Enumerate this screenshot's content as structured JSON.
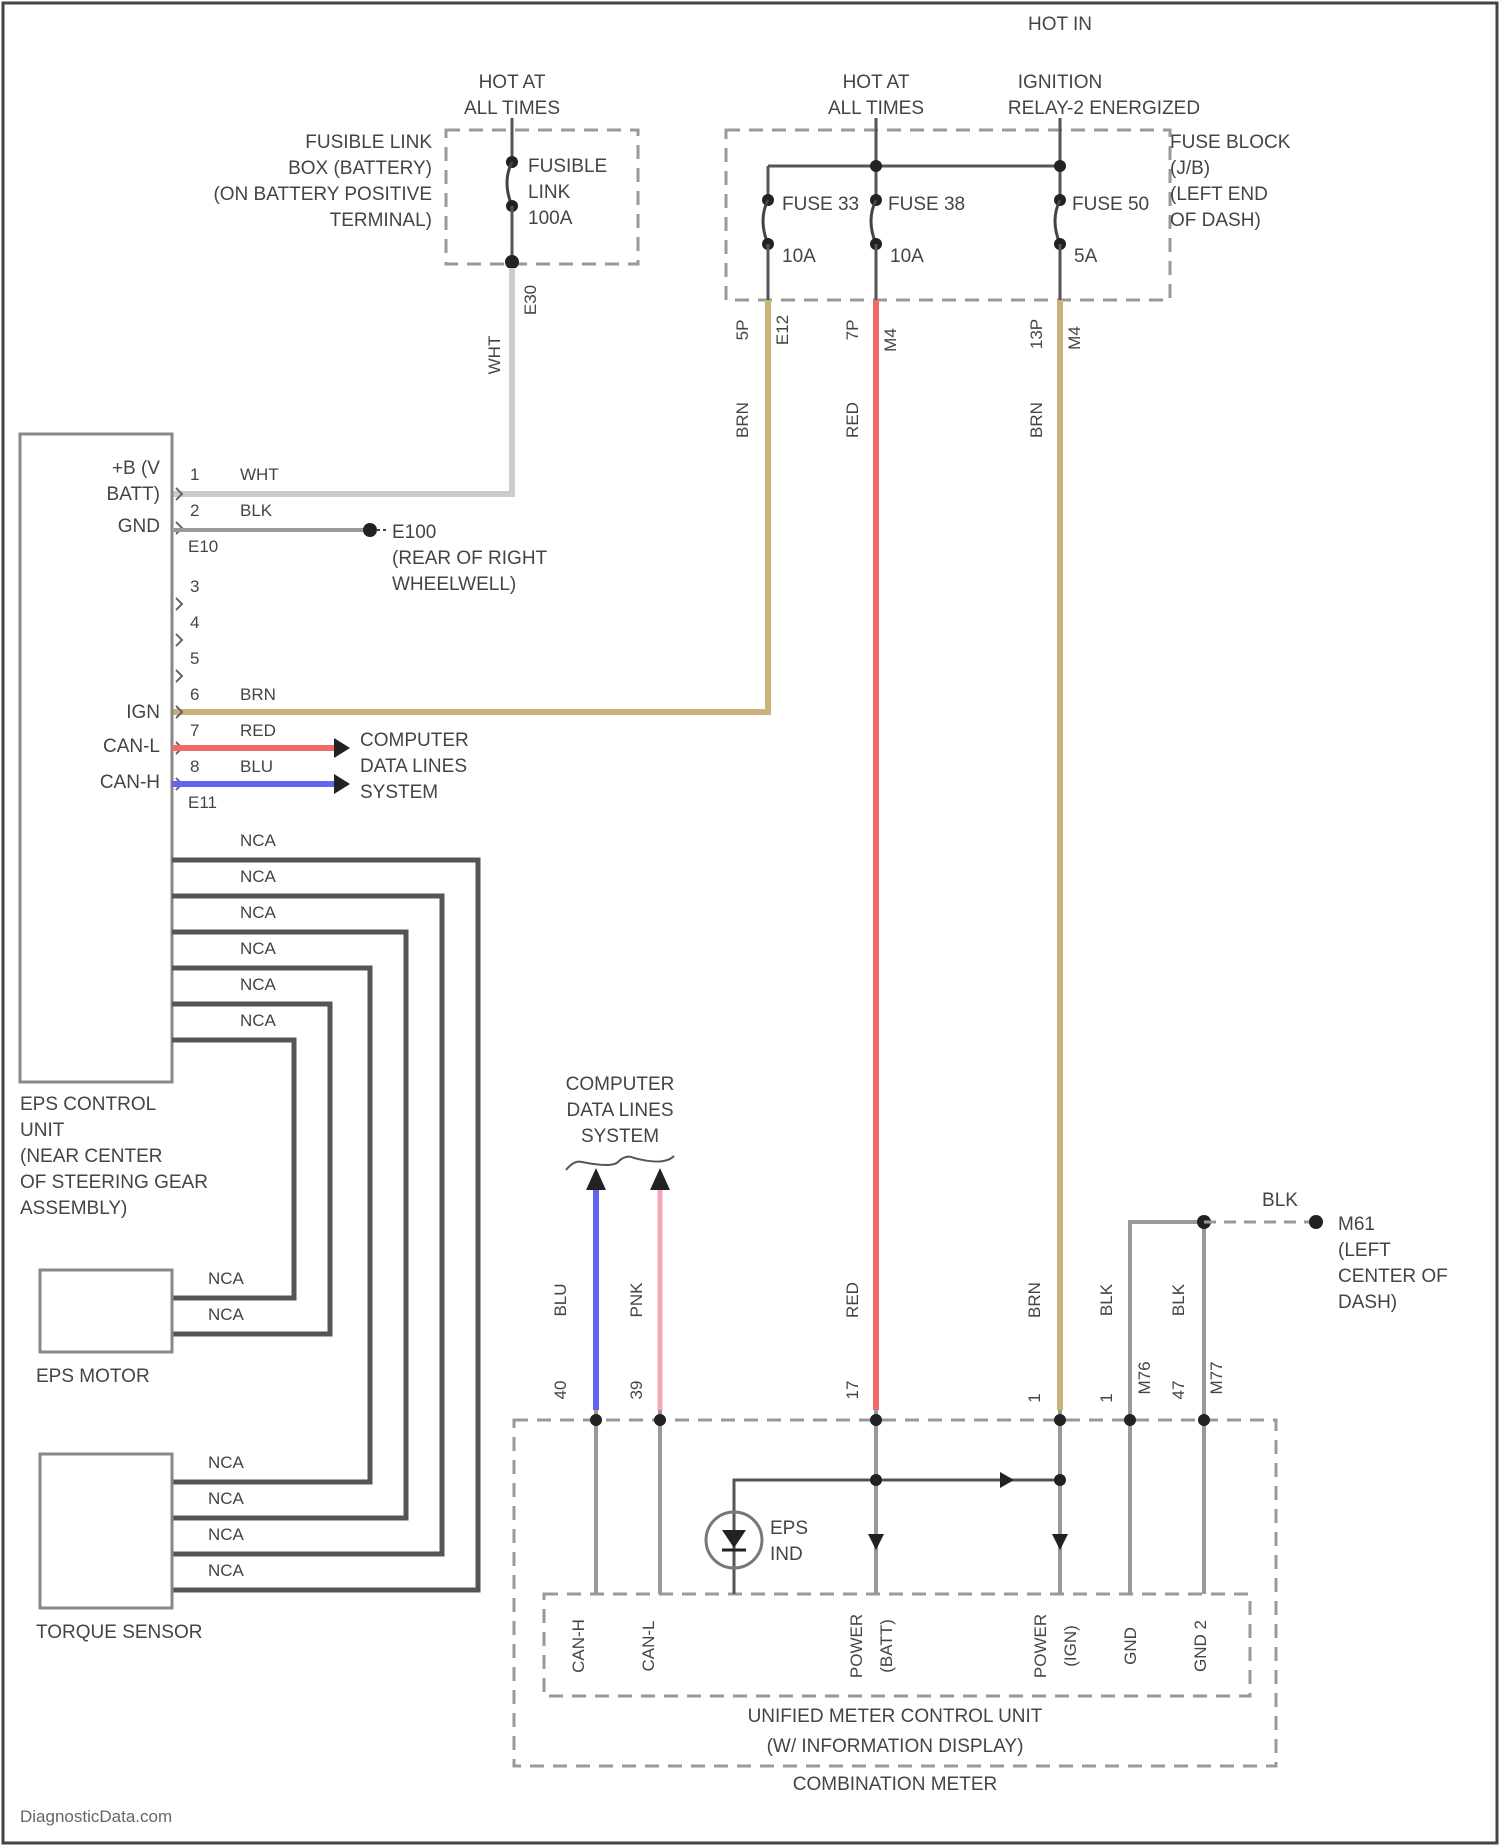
{
  "top": {
    "hot_in": "HOT IN"
  },
  "fusible": {
    "hot": [
      "HOT AT",
      "ALL TIMES"
    ],
    "box_label": [
      "FUSIBLE LINK",
      "BOX (BATTERY)",
      "(ON BATTERY POSITIVE",
      "TERMINAL)"
    ],
    "link": [
      "FUSIBLE",
      "LINK",
      "100A"
    ],
    "conn": "E30",
    "wire": "WHT"
  },
  "fuseblock": {
    "hot_left": [
      "HOT AT",
      "ALL TIMES"
    ],
    "hot_right": [
      "IGNITION",
      "RELAY-2 ENERGIZED"
    ],
    "label": [
      "FUSE BLOCK",
      "(J/B)",
      "(LEFT END",
      "OF DASH)"
    ],
    "fuses": [
      {
        "name": "FUSE 33",
        "amps": "10A",
        "pin": "5P",
        "conn": "E12",
        "wire": "BRN"
      },
      {
        "name": "FUSE 38",
        "amps": "10A",
        "pin": "7P",
        "conn": "M4",
        "wire": "RED"
      },
      {
        "name": "FUSE 50",
        "amps": "5A",
        "pin": "13P",
        "conn": "M4",
        "wire": "BRN"
      }
    ]
  },
  "eps": {
    "pins_left": [
      "+B (V",
      "BATT)",
      "GND",
      "IGN",
      "CAN-L",
      "CAN-H"
    ],
    "pin_numbers": [
      "1",
      "2",
      "3",
      "4",
      "5",
      "6",
      "7",
      "8"
    ],
    "conns": [
      "E10",
      "E11"
    ],
    "wires": [
      "WHT",
      "BLK",
      "BRN",
      "RED",
      "BLU"
    ],
    "ground": [
      "E100",
      "(REAR OF RIGHT",
      "WHEELWELL)"
    ],
    "data_lines": [
      "COMPUTER",
      "DATA LINES",
      "SYSTEM"
    ],
    "nca": "NCA",
    "label": [
      "EPS CONTROL",
      "UNIT",
      "(NEAR CENTER",
      "OF STEERING GEAR",
      "ASSEMBLY)"
    ]
  },
  "motor": {
    "label": "EPS MOTOR"
  },
  "torque": {
    "label": "TORQUE SENSOR"
  },
  "data_lines_2": [
    "COMPUTER",
    "DATA LINES",
    "SYSTEM"
  ],
  "meter": {
    "wires": [
      "BLU",
      "PNK",
      "RED",
      "BRN",
      "BLK",
      "BLK"
    ],
    "pins": [
      "40",
      "39",
      "17",
      "1",
      "1",
      "47"
    ],
    "conns": [
      "M76",
      "M77"
    ],
    "ground": [
      "BLK",
      "M61",
      "(LEFT",
      "CENTER OF",
      "DASH)"
    ],
    "ind": [
      "EPS",
      "IND"
    ],
    "terms": [
      "CAN-H",
      "CAN-L",
      "POWER",
      "(BATT)",
      "POWER",
      "(IGN)",
      "GND",
      "GND 2"
    ],
    "label": [
      "UNIFIED METER CONTROL UNIT",
      "(W/ INFORMATION DISPLAY)",
      "COMBINATION METER"
    ]
  },
  "watermark": "DiagnosticData.com"
}
